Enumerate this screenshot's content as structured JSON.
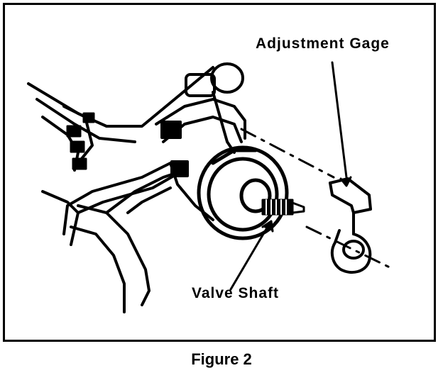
{
  "labels": {
    "adjustment_gage": "Adjustment Gage",
    "valve_shaft": "Valve Shaft"
  },
  "caption": "Figure 2",
  "colors": {
    "ink": "#000000",
    "paper": "#ffffff"
  }
}
